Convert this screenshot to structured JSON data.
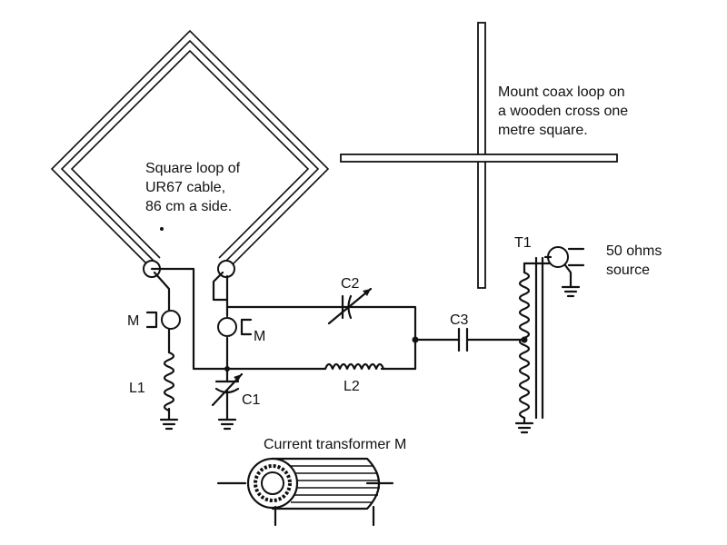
{
  "labels": {
    "loop_note_1": "Square loop of",
    "loop_note_2": "UR67 cable,",
    "loop_note_3": "86 cm a side.",
    "mount_note_1": "Mount coax loop on",
    "mount_note_2": "a wooden cross one",
    "mount_note_3": "metre square.",
    "m_left": "M",
    "m_right": "M",
    "l1": "L1",
    "c1": "C1",
    "c2": "C2",
    "l2": "L2",
    "c3": "C3",
    "t1": "T1",
    "source_1": "50 ohms",
    "source_2": "source",
    "ct_title": "Current transformer M"
  }
}
